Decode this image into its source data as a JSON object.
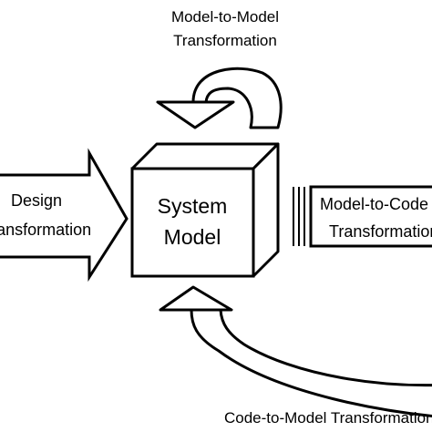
{
  "labels": {
    "top_line1": "Model-to-Model",
    "top_line2": "Transformation",
    "system_line1": "System",
    "system_line2": "Model",
    "left_line1": "Design",
    "left_line2": "Transformation",
    "right_line1": "Model-to-Code",
    "right_line2": "Transformation",
    "bottom_line1": "Code-to-Model Transformation"
  },
  "colors": {
    "stroke": "#000000",
    "fill": "#ffffff"
  }
}
